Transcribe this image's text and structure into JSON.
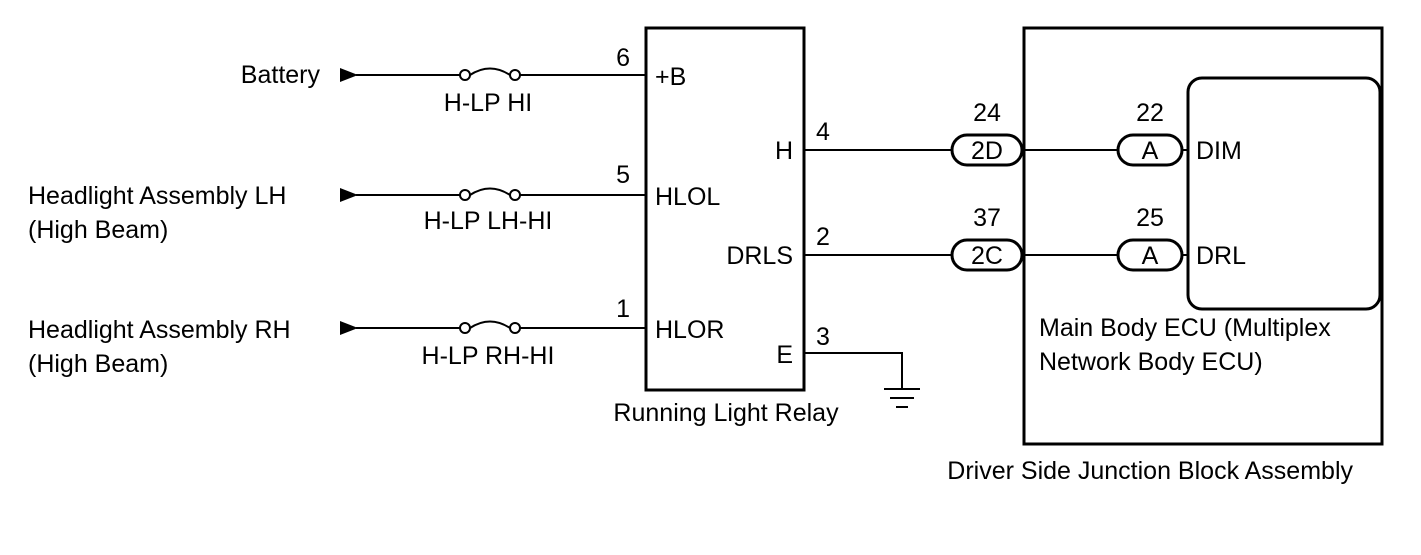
{
  "inputs": {
    "battery": "Battery",
    "lh_line1": "Headlight Assembly LH",
    "lh_line2": "(High Beam)",
    "rh_line1": "Headlight Assembly RH",
    "rh_line2": "(High Beam)"
  },
  "fuses": {
    "hi": "H-LP HI",
    "lh": "H-LP LH-HI",
    "rh": "H-LP RH-HI"
  },
  "relay": {
    "name": "Running Light Relay",
    "pins": {
      "b_num": "6",
      "b_label": "+B",
      "hlol_num": "5",
      "hlol_label": "HLOL",
      "hlor_num": "1",
      "hlor_label": "HLOR",
      "h_num": "4",
      "h_label": "H",
      "drls_num": "2",
      "drls_label": "DRLS",
      "e_num": "3",
      "e_label": "E"
    }
  },
  "junction_connectors": {
    "c1_num": "24",
    "c1_label": "2D",
    "c2_num": "37",
    "c2_label": "2C"
  },
  "ecu_connectors": {
    "c1_num": "22",
    "c1_label": "A",
    "c1_term": "DIM",
    "c2_num": "25",
    "c2_label": "A",
    "c2_term": "DRL"
  },
  "ecu": {
    "name_line1": "Main Body ECU (Multiplex",
    "name_line2": "Network Body ECU)"
  },
  "junction_block": {
    "name": "Driver Side Junction Block Assembly"
  }
}
